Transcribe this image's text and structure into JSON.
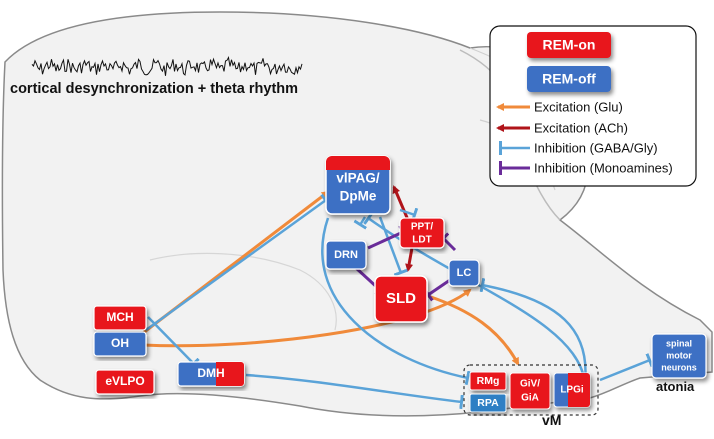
{
  "colors": {
    "rem_on": "#e8141b",
    "rem_off": "#3d6fc4",
    "excitation_glu": "#f08a3a",
    "excitation_ach": "#b0141a",
    "inhibition_gaba_gly": "#5aa3d8",
    "inhibition_monoamines": "#6a2c9a"
  },
  "eeg": {
    "label": "cortical desynchronization + theta rhythm"
  },
  "legend": {
    "rem_on": "REM-on",
    "rem_off": "REM-off",
    "items": [
      {
        "label": "Excitation (Glu)",
        "type": "arrow",
        "color_key": "excitation_glu"
      },
      {
        "label": "Excitation (ACh)",
        "type": "arrow",
        "color_key": "excitation_ach"
      },
      {
        "label": "Inhibition (GABA/Gly)",
        "type": "tee",
        "color_key": "inhibition_gaba_gly"
      },
      {
        "label": "Inhibition (Monoamines)",
        "type": "tee",
        "color_key": "inhibition_monoamines"
      }
    ]
  },
  "nodes": {
    "vlpag": {
      "line1": "vlPAG/",
      "line2": "DpMe"
    },
    "ppt": {
      "line1": "PPT/",
      "line2": "LDT"
    },
    "drn": "DRN",
    "lc": "LC",
    "sld": "SLD",
    "mch": "MCH",
    "oh": "OH",
    "evlpo": "eVLPO",
    "dmh": "DMH",
    "rmg": "RMg",
    "rpa": "RPA",
    "giv": {
      "line1": "GiV/",
      "line2": "GiA"
    },
    "lpgi": "LPGi",
    "spinal": {
      "line1": "spinal",
      "line2": "motor",
      "line3": "neurons"
    }
  },
  "labels": {
    "vm": "vM",
    "atonia": "atonia"
  }
}
